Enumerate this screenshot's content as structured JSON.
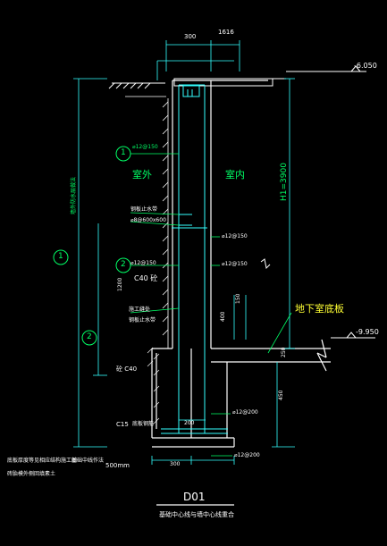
{
  "drawing": {
    "title": "D01",
    "subtitle": "基础中心线与墙中心线重合",
    "outside_label": "室外",
    "inside_label": "室内",
    "basement_floor_label": "地下室底板",
    "height_label": "H1=3900",
    "elev_top": "-6.050",
    "elev_bottom": "-9.950",
    "concrete_c40": "C40 砼",
    "concrete_c15": "C15",
    "foundation_label": "砼 C40",
    "note_line1": "底板厚度等见相应结构施工图",
    "note_line2": "砖胎模外侧回填素土",
    "note_dim": "500mm",
    "note_mid": "基础中线作法",
    "circle_1": "1",
    "circle_2": "2"
  },
  "dimensions": {
    "top_300": "300",
    "top_100": "1616",
    "d_1200": "1200",
    "d_150": "150",
    "d_400": "400",
    "d_250": "250",
    "d_450": "450",
    "d_200": "200",
    "d_300b": "300",
    "d_3900": "3900"
  },
  "rebar": {
    "r1": "⌀12@150",
    "r2": "⌀12@150",
    "r3": "⌀12@150",
    "r4": "⌀12@200",
    "r5": "⌀12@200",
    "r6": "⌀8@600x600",
    "waterstop": "钢板止水带",
    "wall_note": "墙外防水层做法",
    "seal_note": "施工缝处",
    "seal_note2": "钢板止水带",
    "bottom_note": "底板钢筋"
  }
}
